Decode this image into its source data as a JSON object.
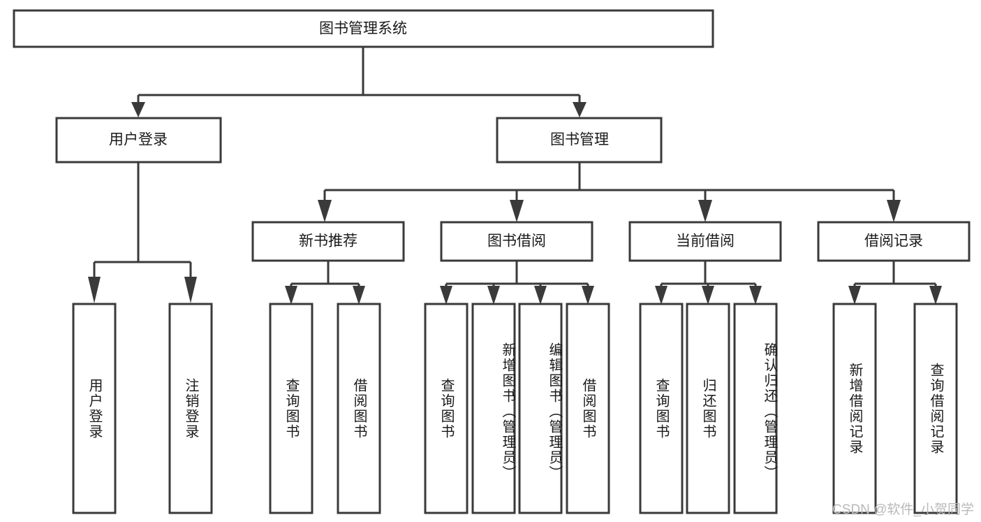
{
  "diagram": {
    "title": "图书管理系统",
    "type": "tree",
    "watermark": "CSDN @软件_小贺同学",
    "colors": {
      "stroke": "#3a3a3a",
      "fill": "#ffffff",
      "text": "#1a1a1a",
      "watermark": "#b9b9b9",
      "background": "#ffffff"
    },
    "levels": {
      "root": {
        "label": "图书管理系统"
      },
      "level1": [
        {
          "label": "用户登录"
        },
        {
          "label": "图书管理"
        }
      ],
      "level2": [
        {
          "label": "新书推荐"
        },
        {
          "label": "图书借阅"
        },
        {
          "label": "当前借阅"
        },
        {
          "label": "借阅记录"
        }
      ],
      "leaves": {
        "user_login": [
          {
            "label": "用户登录"
          },
          {
            "label": "注销登录"
          }
        ],
        "new_book_recommend": [
          {
            "label": "查询图书"
          },
          {
            "label": "借阅图书"
          }
        ],
        "book_borrow": [
          {
            "label": "查询图书"
          },
          {
            "label": "新增图书（管理员）"
          },
          {
            "label": "编辑图书（管理员）"
          },
          {
            "label": "借阅图书"
          }
        ],
        "current_borrow": [
          {
            "label": "查询图书"
          },
          {
            "label": "归还图书"
          },
          {
            "label": "确认归还（管理员）"
          }
        ],
        "borrow_record": [
          {
            "label": "新增借阅记录"
          },
          {
            "label": "查询借阅记录"
          }
        ]
      }
    }
  }
}
